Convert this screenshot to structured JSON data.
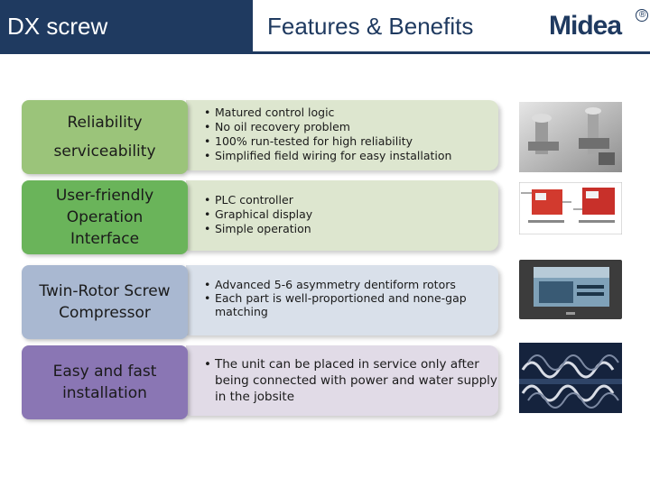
{
  "header": {
    "title": "DX screw",
    "center_title": "Features & Benefits",
    "logo_text": "Midea",
    "logo_mark": "®"
  },
  "colors": {
    "header_bg": "#1f3a60",
    "green_label": "#9bc47a",
    "green_bright": "#6ab45a",
    "blue_label": "#a9b8d1",
    "purple_label": "#8a76b4",
    "panel_green": "#dde6cf",
    "panel_blue": "#d9e0ea",
    "panel_lavender": "#e1dbe7"
  },
  "features": [
    {
      "label_lines": [
        "Reliability",
        "serviceability"
      ],
      "bullets": [
        "Matured control logic",
        "No oil recovery problem",
        "100% run-tested for high reliability",
        "Simplified field wiring for easy installation"
      ],
      "image_icon": "valve-photo-icon"
    },
    {
      "label_lines": [
        "User-friendly",
        "Operation",
        "Interface"
      ],
      "bullets": [
        "PLC controller",
        "Graphical display",
        "Simple operation"
      ],
      "image_icon": "controller-display-icon"
    },
    {
      "label_lines": [
        "Twin-Rotor Screw",
        "Compressor"
      ],
      "bullets": [
        "Advanced 5-6 asymmetry dentiform rotors",
        "Each part is well-proportioned and none-gap matching"
      ],
      "image_icon": "touch-panel-icon"
    },
    {
      "label_lines": [
        "Easy and fast",
        "installation"
      ],
      "bullets": [
        "The unit can be placed in service only after being connected with power and water supply in the jobsite"
      ],
      "image_icon": "screw-rotors-icon"
    }
  ]
}
